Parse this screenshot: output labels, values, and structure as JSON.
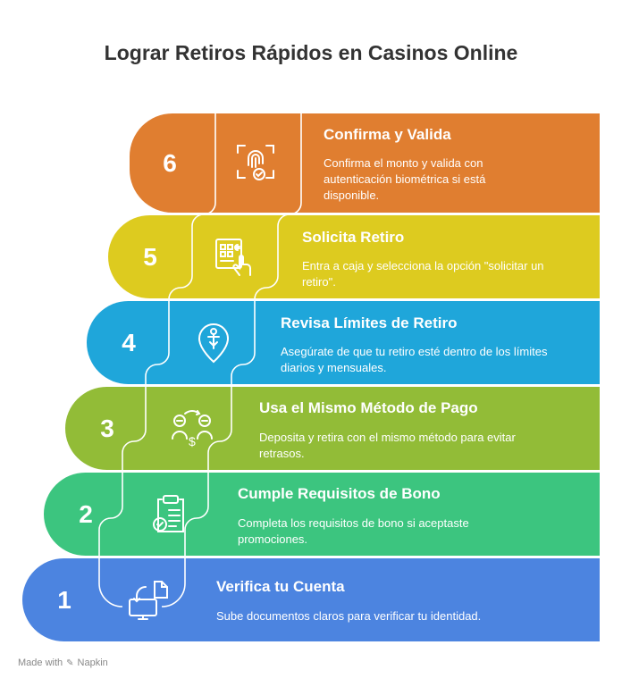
{
  "title": "Lograr Retiros Rápidos en Casinos Online",
  "steps": [
    {
      "number": "6",
      "title": "Confirma y Valida",
      "description": "Confirma el monto y valida con autenticación biométrica si está disponible.",
      "icon": "fingerprint-icon",
      "color": "#E07E30"
    },
    {
      "number": "5",
      "title": "Solicita Retiro",
      "description": "Entra a caja y selecciona la opción \"solicitar un retiro\".",
      "icon": "atm-touch-icon",
      "color": "#DDCB1F"
    },
    {
      "number": "4",
      "title": "Revisa Límites de Retiro",
      "description": "Asegúrate de que tu retiro esté dentro de los límites diarios y mensuales.",
      "icon": "limit-pin-icon",
      "color": "#1FA6DA"
    },
    {
      "number": "3",
      "title": "Usa el Mismo Método de Pago",
      "description": "Deposita y retira con el mismo método para evitar retrasos.",
      "icon": "payment-exchange-icon",
      "color": "#92BC37"
    },
    {
      "number": "2",
      "title": "Cumple Requisitos de Bono",
      "description": "Completa los requisitos de bono si aceptaste promociones.",
      "icon": "checklist-icon",
      "color": "#3CC57F"
    },
    {
      "number": "1",
      "title": "Verifica tu Cuenta",
      "description": "Sube documentos claros para verificar tu identidad.",
      "icon": "document-upload-icon",
      "color": "#4C84E0"
    }
  ],
  "footer": {
    "made_with": "Made with",
    "brand": "Napkin"
  }
}
